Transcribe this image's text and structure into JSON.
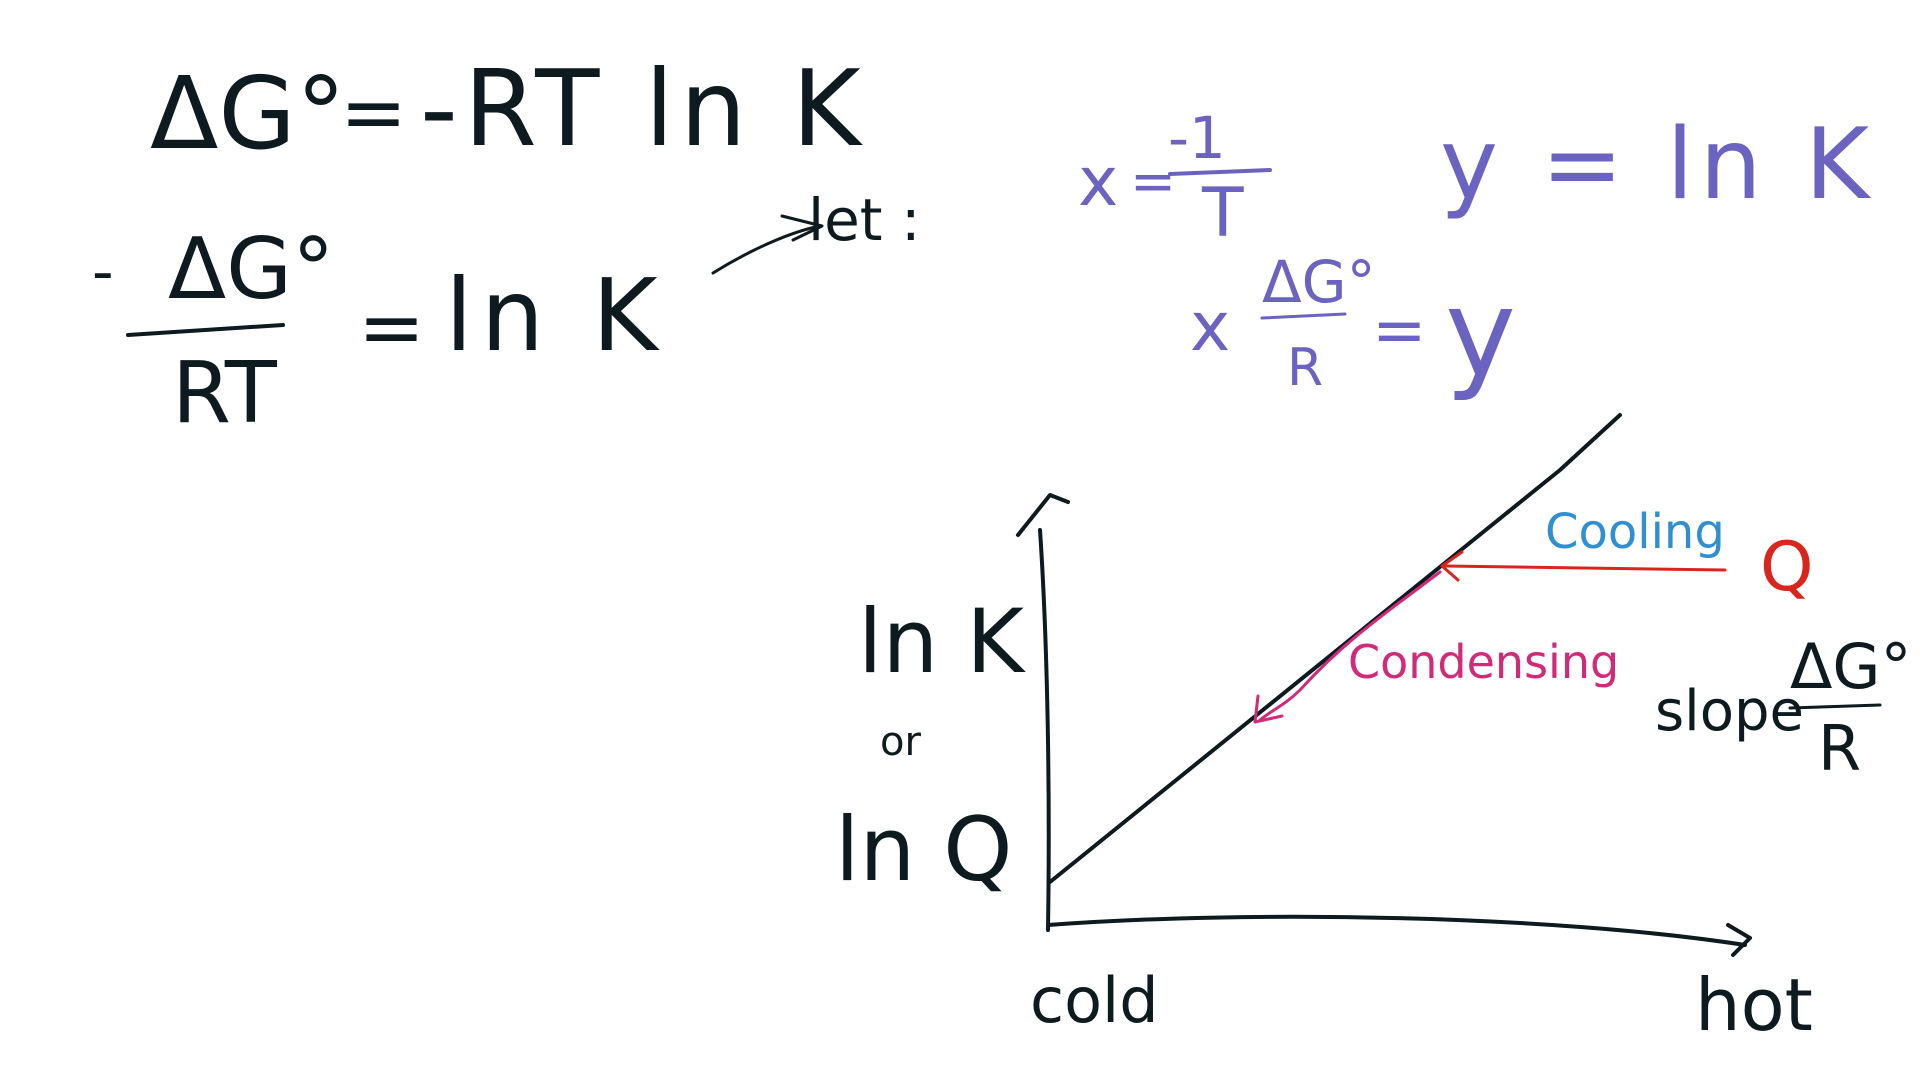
{
  "colors": {
    "black_ink": "#0d1a1f",
    "purple_ink": "#6b63c0",
    "blue_ink": "#2f8fd0",
    "red_ink": "#d8261f",
    "magenta_ink": "#d02a78"
  },
  "equations": {
    "eq1": {
      "delta_g": "ΔG°",
      "equals": "=",
      "rhs": "-RT ln K"
    },
    "eq2": {
      "minus": "-",
      "numerator": "ΔG°",
      "denominator": "RT",
      "equals": "=",
      "rhs": "ln K"
    },
    "let": "let :",
    "x_def": {
      "x": "x",
      "equals": "=",
      "numerator": "-1",
      "denominator": "T"
    },
    "y_def": "y = ln K",
    "slope_form": {
      "x": "x",
      "numerator": "ΔG°",
      "denominator": "R",
      "equals": "=",
      "y": "y"
    }
  },
  "graph": {
    "y_label_top": "ln K",
    "y_label_or": "or",
    "y_label_bottom": "ln Q",
    "x_label_left": "cold",
    "x_label_right": "hot",
    "cooling": "Cooling",
    "q_marker": "Q",
    "condensing": "Condensing",
    "slope_word": "slope",
    "slope_numerator": "ΔG°",
    "slope_denominator": "R"
  }
}
